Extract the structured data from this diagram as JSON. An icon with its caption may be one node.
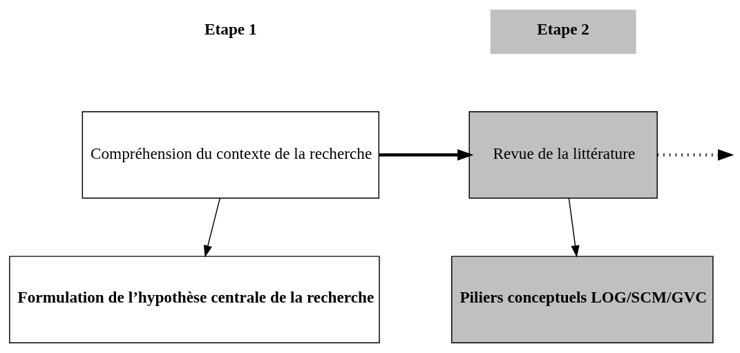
{
  "diagram": {
    "nodes": [
      {
        "text": [
          "Etape 2"
        ]
      },
      {
        "text": [
          "Compréhension du contexte de la recherche"
        ]
      },
      {
        "text": [
          "Revue de la littérature"
        ]
      },
      {
        "text": [
          "Formulation de l’hypothèse centrale de la recherche"
        ]
      },
      {
        "text": [
          "Piliers conceptuels LOG/SCM/GVC"
        ]
      }
    ],
    "edges": [
      {
        "from": 1,
        "to": 2,
        "arrow": "to",
        "style": "thick"
      },
      {
        "from": 2,
        "to": null,
        "arrow": "to",
        "style": "dashed"
      },
      {
        "from": 1,
        "to": 3,
        "arrow": "to"
      },
      {
        "from": 2,
        "to": 4,
        "arrow": "to"
      }
    ],
    "labels": [
      "Etape 1"
    ]
  }
}
